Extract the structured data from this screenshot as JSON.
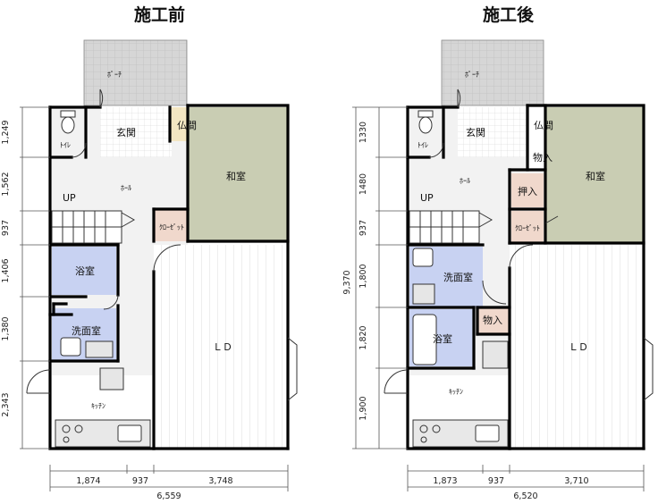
{
  "titles": {
    "before": "施工前",
    "after": "施工後"
  },
  "plan_before": {
    "rooms": {
      "porch": "ﾎﾟｰﾁ",
      "toilet": "ﾄｲﾚ",
      "entrance": "玄関",
      "butsuma": "仏間",
      "washitsu": "和室",
      "hall": "ﾎｰﾙ",
      "up": "UP",
      "closet": "ｸﾛｰｾﾞｯﾄ",
      "bath": "浴室",
      "washroom": "洗面室",
      "ld": "ＬＤ",
      "kitchen": "ｷｯﾁﾝ"
    },
    "dims_vertical": [
      "1,249",
      "1,562",
      "937",
      "1,406",
      "1,380",
      "2,343"
    ],
    "dims_bottom": [
      "1,874",
      "937",
      "3,748"
    ],
    "dim_total": "6,559"
  },
  "plan_after": {
    "rooms": {
      "porch": "ﾎﾟｰﾁ",
      "toilet": "ﾄｲﾚ",
      "entrance": "玄関",
      "butsuma": "仏間",
      "storage1": "物入",
      "washitsu": "和室",
      "hall": "ﾎｰﾙ",
      "oshiire": "押入",
      "up": "UP",
      "closet": "ｸﾛｰｾﾞｯﾄ",
      "washroom": "洗面室",
      "storage2": "物入",
      "bath": "浴室",
      "ld": "ＬＤ",
      "kitchen": "ｷｯﾁﾝ"
    },
    "dims_vertical": [
      "1330",
      "1480",
      "937",
      "1,800",
      "1,820",
      "1,900"
    ],
    "dim_total_vertical": "9,370",
    "dims_bottom": [
      "1,873",
      "937",
      "3,710"
    ],
    "dim_total": "6,520"
  },
  "colors": {
    "washitsu": "#c9cdb3",
    "bath": "#c8d2f2",
    "closet": "#f0d8cc",
    "porch": "#d6d6d6",
    "hall_floor": "#f2f2f2"
  }
}
